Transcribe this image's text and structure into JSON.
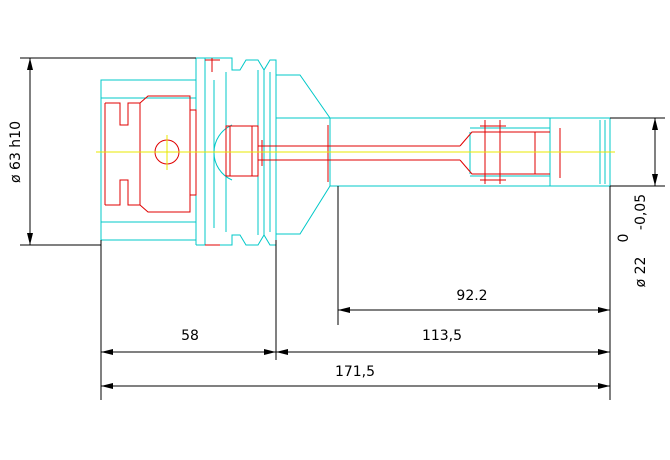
{
  "colors": {
    "outline": "#00c8c8",
    "inner": "#e00000",
    "dimension": "#000000",
    "centerline": "#e8e800"
  },
  "dimensions": {
    "diameter_body": "ø 63 h10",
    "diameter_tip": "ø 22",
    "tip_tol_upper": "0",
    "tip_tol_lower": "-0,05",
    "length_shank": "58",
    "length_projection": "113,5",
    "length_total": "171,5",
    "length_neck": "92.2"
  }
}
